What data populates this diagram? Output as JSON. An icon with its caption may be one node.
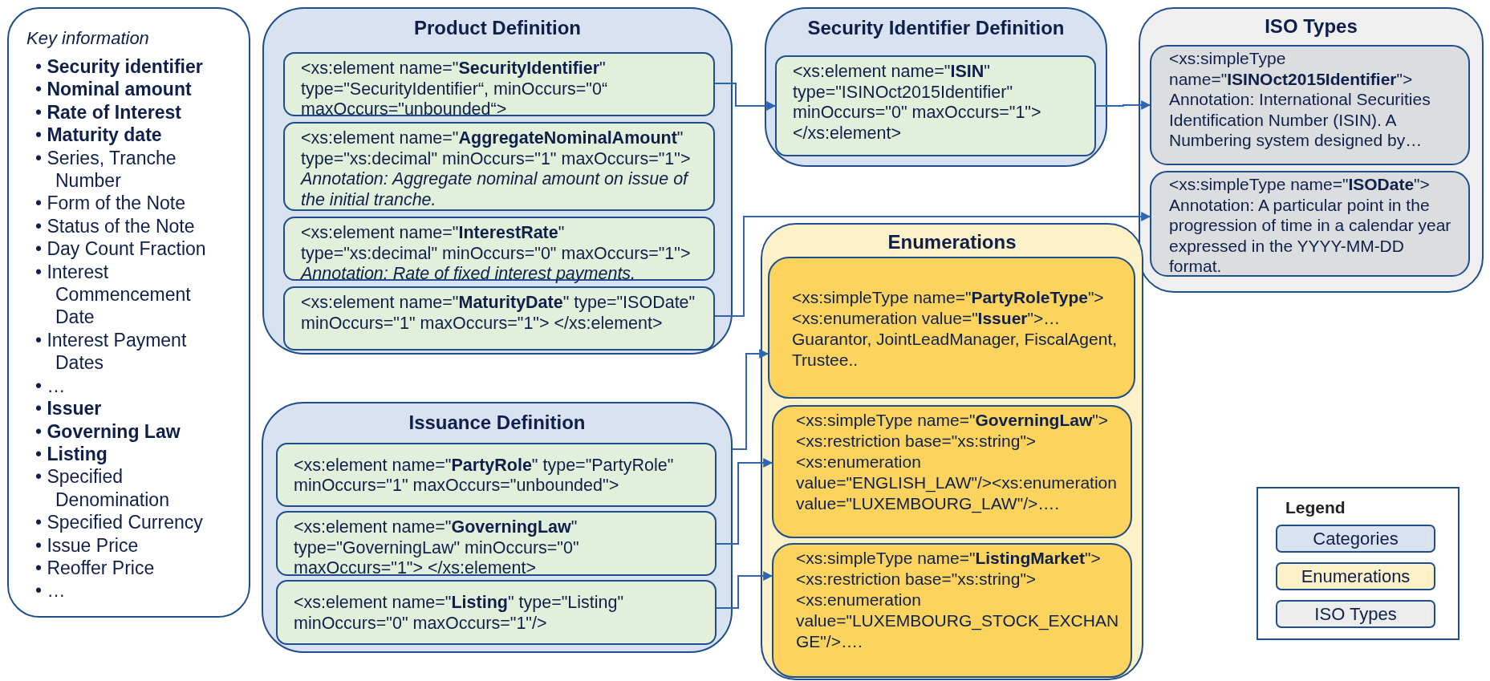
{
  "diagram": {
    "nodes": [
      {
        "text": [
          "Key information",
          "• **Security identifier**",
          "• **Nominal amount**",
          "• **Rate of Interest**",
          "• **Maturity date**",
          "• Series, Tranche Number",
          "• Form of the Note",
          "• Status of the Note",
          "• Day Count Fraction",
          "• Interest Commencement Date",
          "• Interest Payment Dates",
          "• …",
          "• **Issuer**",
          "• **Governing Law**",
          "• **Listing**",
          "• Specified Denomination",
          "• Specified Currency",
          "• Issue Price",
          "• Reoffer Price",
          "• …"
        ]
      },
      {
        "text": [
          "Product Definition"
        ]
      },
      {
        "text": [
          "<xs:element name=\"**SecurityIdentifier**\" type=\"SecurityIdentifier“, minOccurs=\"0“ maxOccurs=\"unbounded“>"
        ],
        "in": 1
      },
      {
        "text": [
          "<xs:element name=\"**AggregateNominalAmount**\" type=\"xs:decimal\" minOccurs=\"1\" maxOccurs=\"1\">",
          "Annotation: Aggregate nominal amount on issue of the initial tranche."
        ],
        "in": 1
      },
      {
        "text": [
          "<xs:element name=\"**InterestRate**\" type=\"xs:decimal\" minOccurs=\"0\" maxOccurs=\"1\">",
          "Annotation: Rate of fixed interest payments."
        ],
        "in": 1
      },
      {
        "text": [
          "<xs:element name=\"**MaturityDate**\" type=\"ISODate\" minOccurs=\"1\" maxOccurs=\"1\"> </xs:element>"
        ],
        "in": 1
      },
      {
        "text": [
          "Security Identifier Definition"
        ]
      },
      {
        "text": [
          "<xs:element name=\"**ISIN**\" type=\"ISINOct2015Identifier\" minOccurs=\"0\" maxOccurs=\"1\"> </xs:element>"
        ],
        "in": 6
      },
      {
        "text": [
          "ISO Types"
        ]
      },
      {
        "text": [
          "<xs:simpleType name=\"**ISINOct2015Identifier**\"> Annotation: International Securities Identification Number (ISIN). A Numbering system designed by…"
        ],
        "in": 8
      },
      {
        "text": [
          "<xs:simpleType name=\"**ISODate**\"> Annotation: A particular point in the progression of time in a calendar year expressed in the YYYY-MM-DD format."
        ],
        "in": 8
      },
      {
        "text": [
          "Enumerations"
        ]
      },
      {
        "text": [
          "<xs:simpleType name=\"**PartyRoleType**\"> <xs:enumeration value=\"**Issuer**\">…Guarantor, JointLeadManager, FiscalAgent, Trustee.."
        ],
        "in": 11
      },
      {
        "text": [
          "<xs:simpleType name=\"**GoverningLaw**\"> <xs:restriction base=\"xs:string\"> <xs:enumeration value=\"ENGLISH_LAW\"/><xs:enumeration value=\"LUXEMBOURG_LAW\"/>…."
        ],
        "in": 11
      },
      {
        "text": [
          "<xs:simpleType name=\"**ListingMarket**\"> <xs:restriction base=\"xs:string\"> <xs:enumeration value=\"LUXEMBOURG_STOCK_EXCHANGE\"/>…."
        ],
        "in": 11
      },
      {
        "text": [
          "Issuance Definition"
        ]
      },
      {
        "text": [
          "<xs:element name=\"**PartyRole**\" type=\"PartyRole\" minOccurs=\"1\" maxOccurs=\"unbounded\">"
        ],
        "in": 15
      },
      {
        "text": [
          "<xs:element name=\"**GoverningLaw**\" type=\"GoverningLaw\" minOccurs=\"0\" maxOccurs=\"1\"> </xs:element>"
        ],
        "in": 15
      },
      {
        "text": [
          "<xs:element name=\"**Listing**\" type=\"Listing\" minOccurs=\"0\" maxOccurs=\"1\"/>"
        ],
        "in": 15
      }
    ],
    "edges": [
      {
        "from": 2,
        "to": 7,
        "arrow": "to"
      },
      {
        "from": 7,
        "to": 9,
        "arrow": "to"
      },
      {
        "from": 5,
        "to": 10,
        "arrow": "to"
      },
      {
        "from": 15,
        "to": 12,
        "arrow": "to"
      },
      {
        "from": 17,
        "to": 13,
        "arrow": "to"
      },
      {
        "from": 18,
        "to": 14,
        "arrow": "to"
      }
    ],
    "labels": [
      "Legend"
    ],
    "legend": [
      {
        "text": "Categories",
        "color": "#d9e2f1"
      },
      {
        "text": "Enumerations",
        "color": "#fdf1c8"
      },
      {
        "text": "ISO Types",
        "color": "#ececec"
      }
    ]
  }
}
